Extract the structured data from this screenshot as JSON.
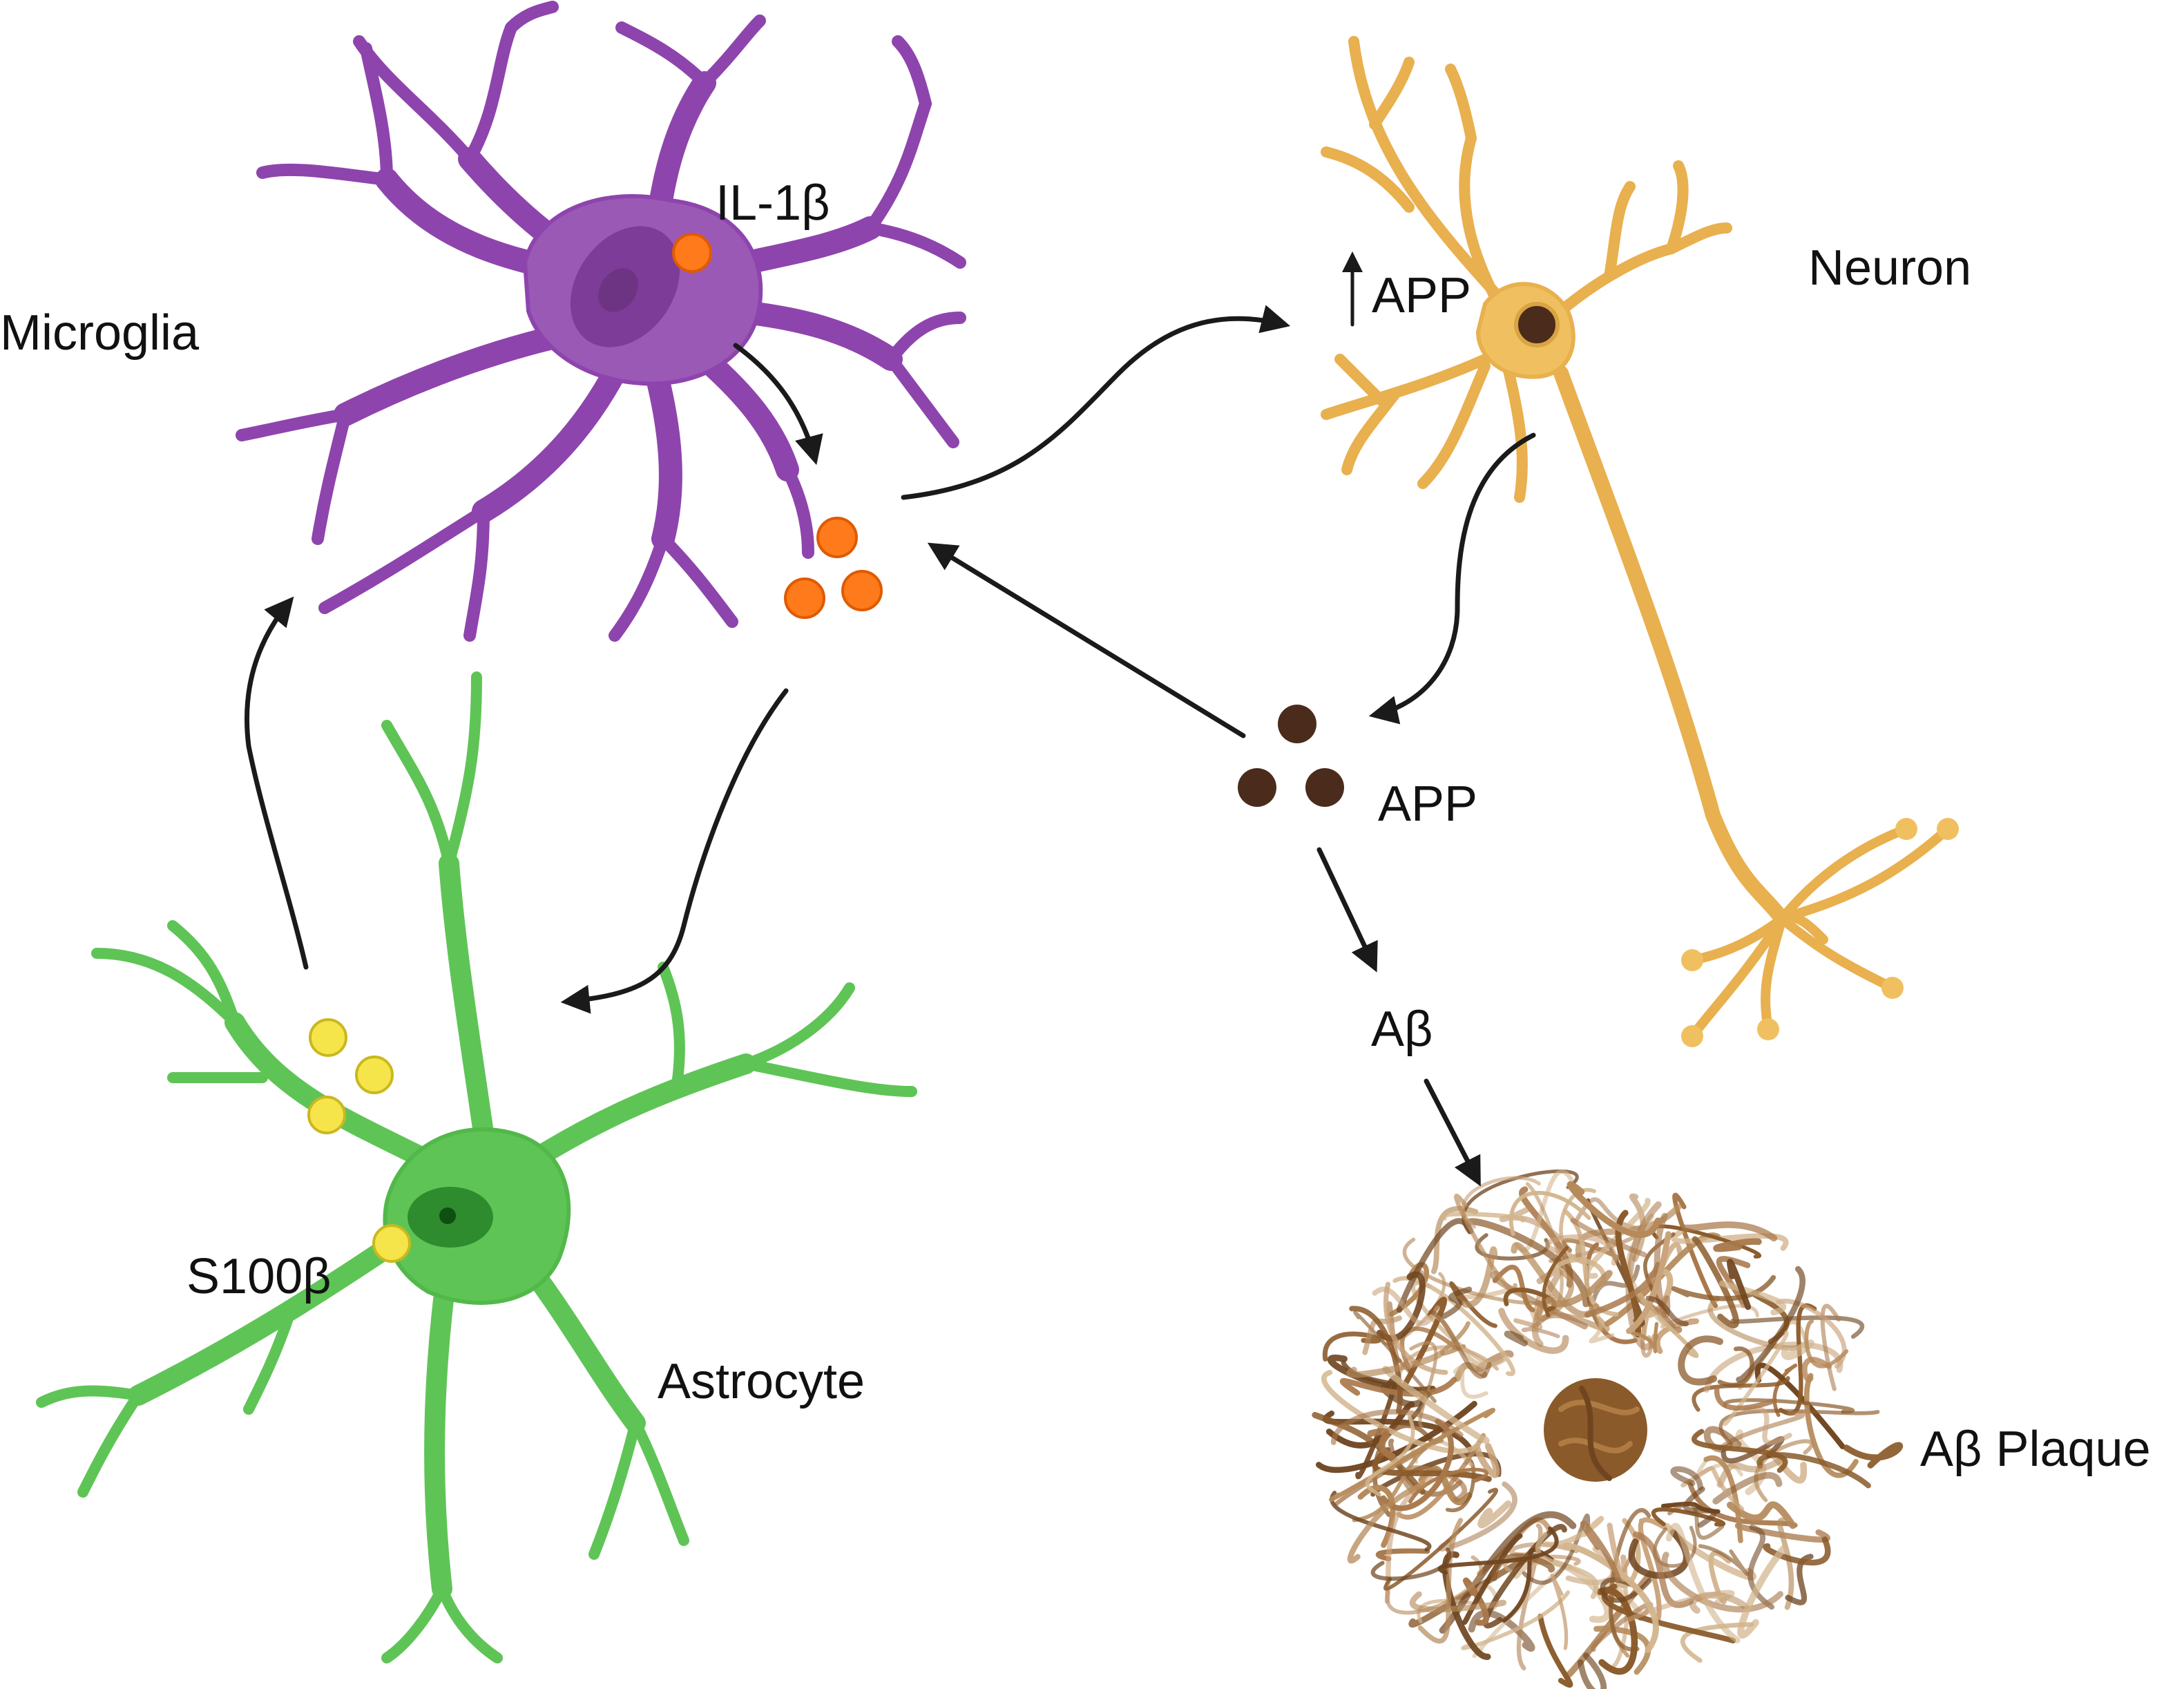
{
  "labels": {
    "microglia": "Microglia",
    "il1b": "IL-1β",
    "neuron": "Neuron",
    "app_up": "APP",
    "app": "APP",
    "abeta": "Aβ",
    "abeta_plaque": "Aβ Plaque",
    "s100b": "S100β",
    "astrocyte": "Astrocyte"
  },
  "icons": {
    "microglia": "microglia-cell-icon",
    "neuron": "neuron-cell-icon",
    "astrocyte": "astrocyte-cell-icon",
    "plaque": "amyloid-plaque-icon",
    "il1b_particles": "cytokine-dot-icon",
    "app_particles": "protein-dot-icon",
    "s100b_particles": "vesicle-dot-icon",
    "increase": "up-arrow-icon"
  },
  "colors": {
    "microglia": "#9b59b6",
    "microglia_dark": "#7d3c98",
    "neuron": "#f0c060",
    "neuron_dark": "#d9a441",
    "astrocyte": "#5fc456",
    "astrocyte_dark": "#3e9a3a",
    "il1b": "#ff7a1a",
    "app": "#4a2b1c",
    "s100b": "#f5e44a",
    "plaque": "#8a5a2a",
    "arrow": "#1a1a1a"
  }
}
